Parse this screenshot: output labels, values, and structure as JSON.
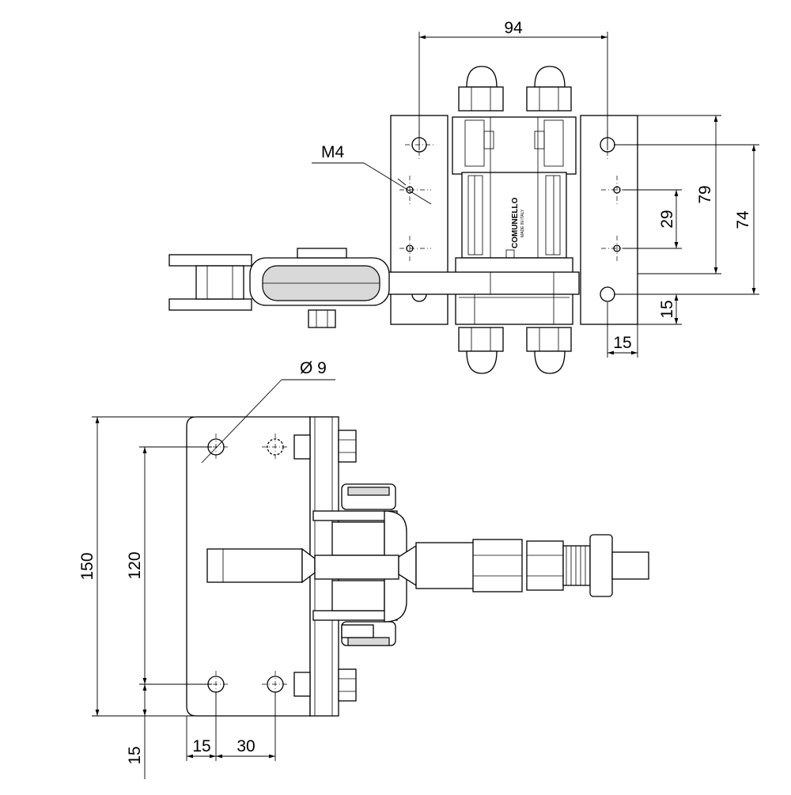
{
  "drawing": {
    "brand": "COMUNELLO",
    "brand_sub": "MADE IN ITALY",
    "dimensions_top_view": {
      "width": "94",
      "thread": "M4",
      "height_outer": "79",
      "height_inner": "74",
      "hole_spacing": "29",
      "hole_offset_v": "15",
      "hole_offset_h": "15"
    },
    "dimensions_side_view": {
      "hole_diameter": "Ø 9",
      "height_total": "150",
      "hole_spacing_v": "120",
      "hole_offset_bottom": "15",
      "hole_offset_left": "15",
      "hole_spacing_h": "30"
    }
  }
}
